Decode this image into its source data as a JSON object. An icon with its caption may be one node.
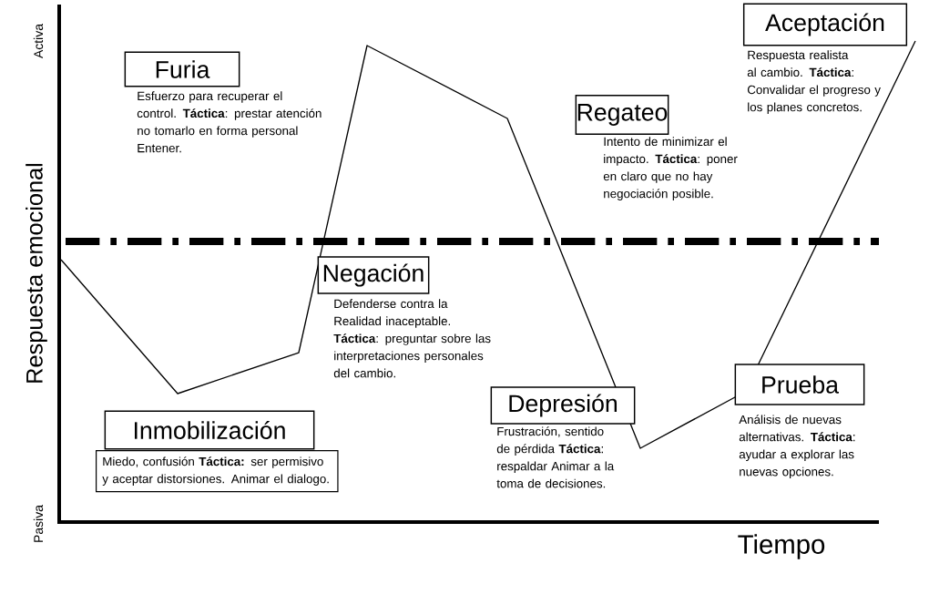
{
  "diagram": {
    "nodes": [
      {
        "text": [
          "Furia",
          "Esfuerzo para recuperar el control. **Táctica**: prestar atención no tomarlo en forma personal Entener."
        ]
      },
      {
        "text": [
          "Inmobilización",
          "Miedo, confusión **Táctica:** ser permisivo y aceptar distorsiones. Animar el dialogo."
        ]
      },
      {
        "text": [
          "Negación",
          "Defenderse contra la Realidad inaceptable. **Táctica**: preguntar sobre las interpretaciones personales del cambio."
        ]
      },
      {
        "text": [
          "Regateo",
          "Intento de minimizar el impacto. **Táctica**: poner en claro que no hay negociación posible."
        ]
      },
      {
        "text": [
          "Depresión",
          "Frustración, sentido de pérdida **Táctica**: respaldar Animar a la toma de decisiones."
        ]
      },
      {
        "text": [
          "Prueba",
          "Análisis de nuevas alternativas. **Táctica**: ayudar a explorar las nuevas opciones."
        ]
      },
      {
        "text": [
          "Aceptación",
          "Respuesta realista al cambio. **Táctica**: Convalidar el progreso y los planes concretos."
        ]
      }
    ],
    "labels": [
      "Activa",
      "Respuesta emocional",
      "Pasiva",
      "Tiempo"
    ]
  }
}
